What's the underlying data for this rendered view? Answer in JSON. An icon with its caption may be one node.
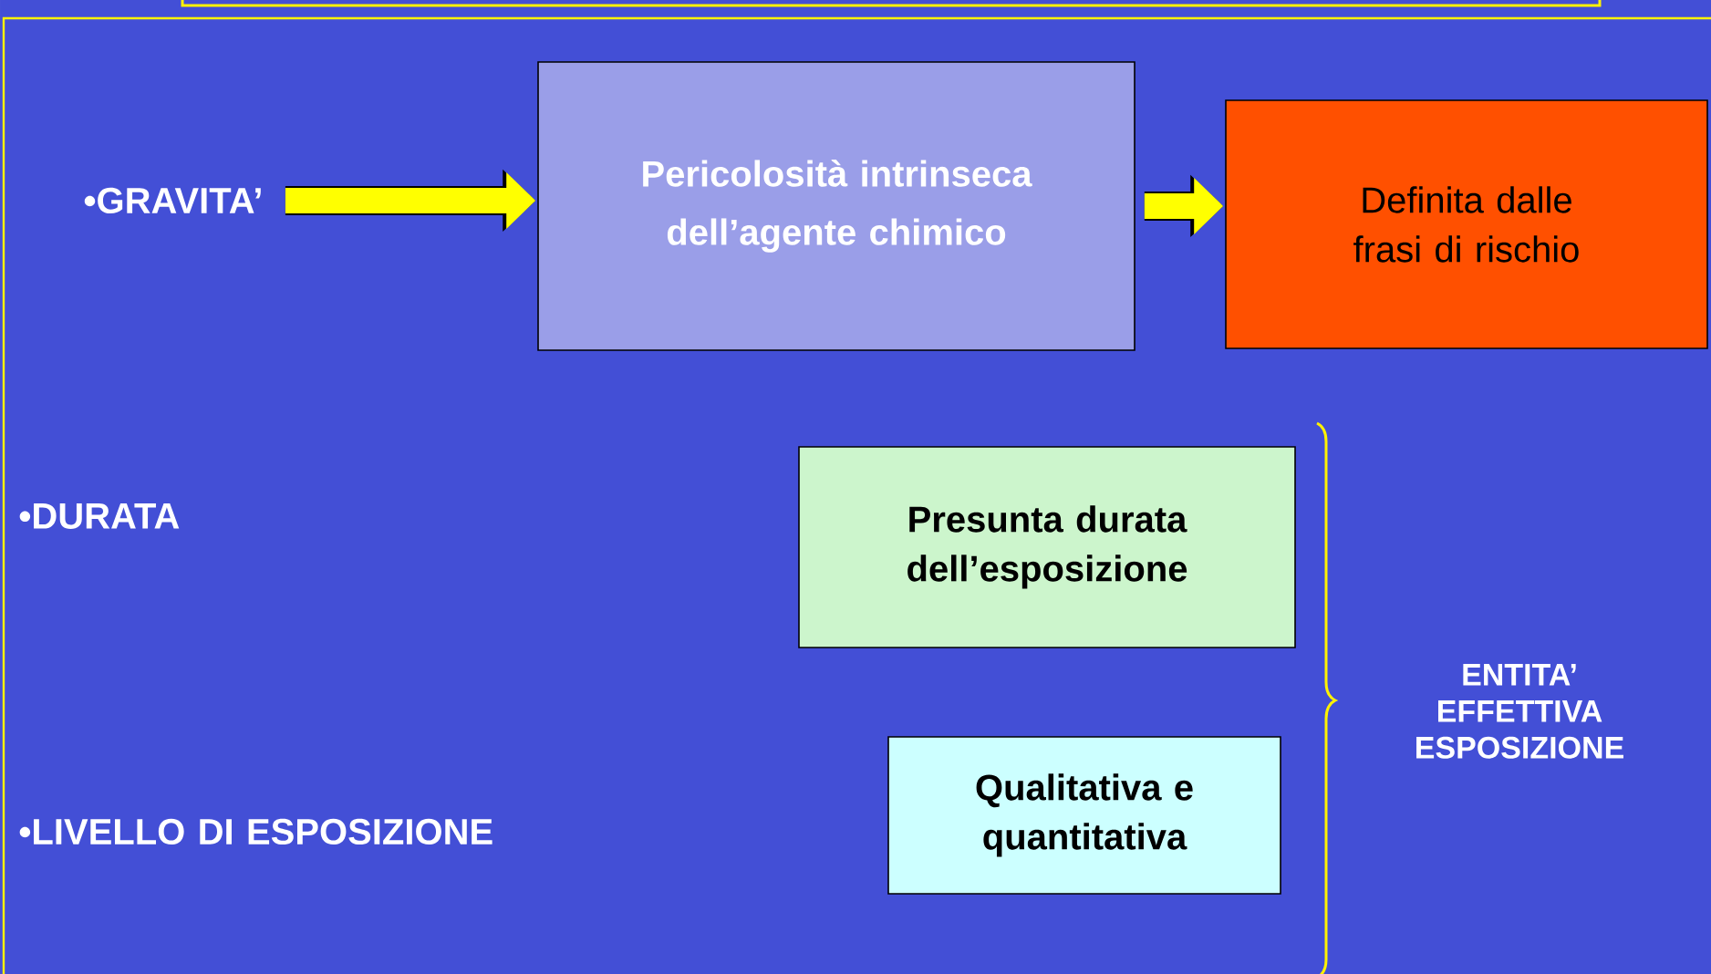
{
  "diagram": {
    "nodes": [
      {
        "text": [
          "•GRAVITA’"
        ]
      },
      {
        "text": [
          "Pericolosità intrinseca dell’agente chimico"
        ]
      },
      {
        "text": [
          "Definita dalle frasi di rischio"
        ]
      },
      {
        "text": [
          "Presunta durata dell’esposizione"
        ]
      },
      {
        "text": [
          "Qualitativa e quantitativa"
        ]
      }
    ],
    "edges": [
      {
        "from": 0,
        "to": 1,
        "arrow": "to"
      },
      {
        "from": 1,
        "to": 2,
        "arrow": "to"
      }
    ],
    "labels": [
      "•DURATA",
      "•LIVELLO DI ESPOSIZIONE",
      "ENTITA’ EFFETTIVA ESPOSIZIONE"
    ]
  }
}
